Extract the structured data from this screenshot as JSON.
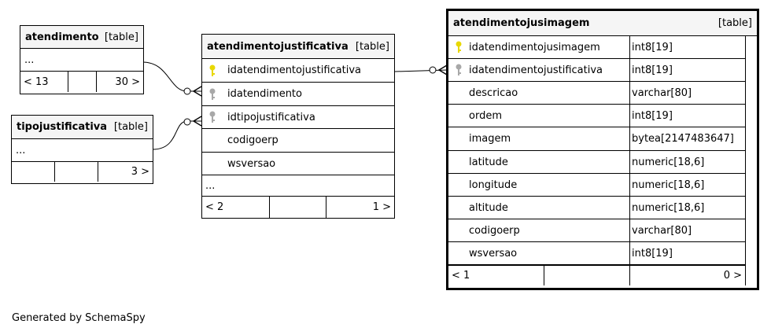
{
  "tables": {
    "atendimento": {
      "name": "atendimento",
      "tag": "[table]",
      "more": "...",
      "footer": {
        "left": "< 13",
        "mid": "",
        "right": "30 >"
      }
    },
    "tipojustificativa": {
      "name": "tipojustificativa",
      "tag": "[table]",
      "more": "...",
      "footer": {
        "left": "",
        "mid": "",
        "right": "3 >"
      }
    },
    "atendimentojustificativa": {
      "name": "atendimentojustificativa",
      "tag": "[table]",
      "columns": [
        {
          "name": "idatendimentojustificativa",
          "key": "primary"
        },
        {
          "name": "idatendimento",
          "key": "foreign"
        },
        {
          "name": "idtipojustificativa",
          "key": "foreign"
        },
        {
          "name": "codigoerp",
          "key": "none"
        },
        {
          "name": "wsversao",
          "key": "none"
        }
      ],
      "more": "...",
      "footer": {
        "left": "< 2",
        "mid": "",
        "right": "1 >"
      }
    },
    "atendimentojusimagem": {
      "name": "atendimentojusimagem",
      "tag": "[table]",
      "columns": [
        {
          "name": "idatendimentojusimagem",
          "type": "int8[19]",
          "key": "primary"
        },
        {
          "name": "idatendimentojustificativa",
          "type": "int8[19]",
          "key": "foreign"
        },
        {
          "name": "descricao",
          "type": "varchar[80]",
          "key": "none"
        },
        {
          "name": "ordem",
          "type": "int8[19]",
          "key": "none"
        },
        {
          "name": "imagem",
          "type": "bytea[2147483647]",
          "key": "none"
        },
        {
          "name": "latitude",
          "type": "numeric[18,6]",
          "key": "none"
        },
        {
          "name": "longitude",
          "type": "numeric[18,6]",
          "key": "none"
        },
        {
          "name": "altitude",
          "type": "numeric[18,6]",
          "key": "none"
        },
        {
          "name": "codigoerp",
          "type": "varchar[80]",
          "key": "none"
        },
        {
          "name": "wsversao",
          "type": "int8[19]",
          "key": "none"
        }
      ],
      "footer": {
        "left": "< 1",
        "mid": "",
        "right": "0 >"
      }
    }
  },
  "colors": {
    "primary_key": "#e8d800",
    "foreign_key": "#a8a8a8",
    "header_bg": "#f5f5f5"
  },
  "credit": "Generated by SchemaSpy"
}
